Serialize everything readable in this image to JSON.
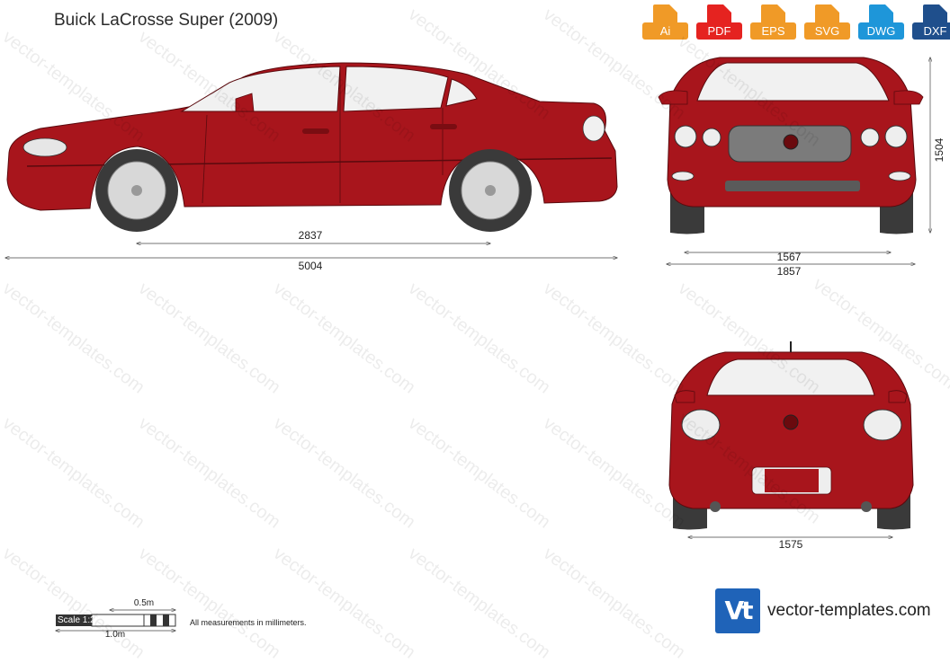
{
  "title": "Buick LaCrosse Super (2009)",
  "formats": [
    {
      "label": "Ai",
      "color": "#f09a27"
    },
    {
      "label": "PDF",
      "color": "#e52320"
    },
    {
      "label": "EPS",
      "color": "#f09a27"
    },
    {
      "label": "SVG",
      "color": "#f09a27"
    },
    {
      "label": "DWG",
      "color": "#1e96d9"
    },
    {
      "label": "DXF",
      "color": "#1f4f8c"
    }
  ],
  "watermark_text": "vector-templates.com",
  "dimensions": {
    "wheelbase": "2837",
    "length": "5004",
    "front_track": "1567",
    "width": "1857",
    "height": "1504",
    "rear_track": "1575"
  },
  "scale": {
    "label": "Scale 1:25",
    "half_meter": "0.5m",
    "meter": "1.0m",
    "note": "All measurements in millimeters."
  },
  "brand": {
    "logo": "Vt",
    "site": "vector-templates.com"
  },
  "colors": {
    "body": "#a8151c",
    "body_dark": "#7a0d12",
    "glass": "#f1f1f1",
    "tire": "#3a3a3a",
    "rim": "#d8d8d8"
  }
}
